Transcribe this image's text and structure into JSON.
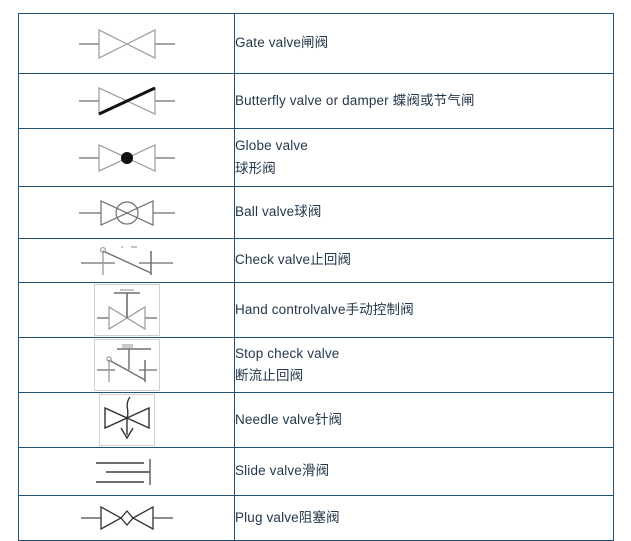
{
  "document": {
    "type": "valve-symbol-reference-table",
    "title": "",
    "border_color": "#1f5276",
    "text_color": "#24384c",
    "symbol_stroke_color": "#6e6e6e",
    "symbol_accent_color": "#111111",
    "columns": [
      "symbol",
      "description"
    ]
  },
  "rows": [
    {
      "id": "gate-valve",
      "symbol_name": "gate-valve-symbol",
      "lines": [
        "Gate valve闸阀"
      ]
    },
    {
      "id": "butterfly-valve",
      "symbol_name": "butterfly-valve-symbol",
      "lines": [
        "Butterfly valve or damper 蝶阀或节气闸"
      ]
    },
    {
      "id": "globe-valve",
      "symbol_name": "globe-valve-symbol",
      "lines": [
        "Globe valve",
        "球形阀"
      ]
    },
    {
      "id": "ball-valve",
      "symbol_name": "ball-valve-symbol",
      "lines": [
        "Ball valve球阀"
      ]
    },
    {
      "id": "check-valve",
      "symbol_name": "check-valve-symbol",
      "lines": [
        "Check valve止回阀"
      ]
    },
    {
      "id": "hand-control-valve",
      "symbol_name": "hand-control-valve-symbol",
      "lines": [
        "Hand controlvalve手动控制阀"
      ]
    },
    {
      "id": "stop-check-valve",
      "symbol_name": "stop-check-valve-symbol",
      "lines": [
        "Stop check valve",
        "断流止回阀"
      ]
    },
    {
      "id": "needle-valve",
      "symbol_name": "needle-valve-symbol",
      "lines": [
        "Needle valve针阀"
      ]
    },
    {
      "id": "slide-valve",
      "symbol_name": "slide-valve-symbol",
      "lines": [
        "Slide valve滑阀"
      ]
    },
    {
      "id": "plug-valve",
      "symbol_name": "plug-valve-symbol",
      "lines": [
        "Plug valve阻塞阀"
      ]
    }
  ]
}
